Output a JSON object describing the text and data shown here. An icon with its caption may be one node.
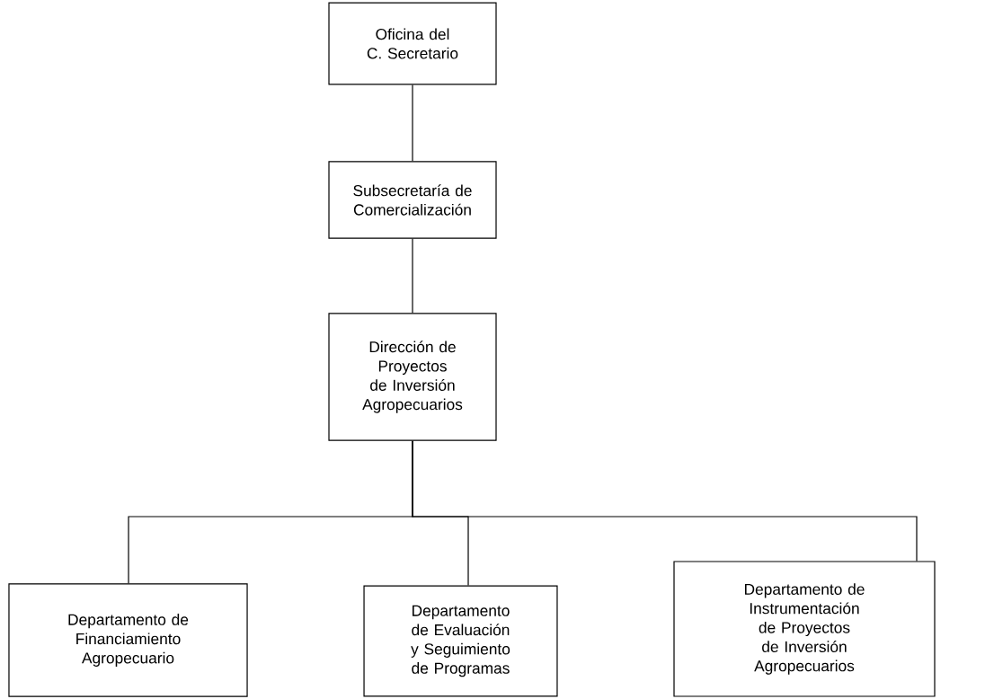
{
  "diagram": {
    "nodes": [
      {
        "text": [
          "Oficina del C. Secretario"
        ]
      },
      {
        "text": [
          "Subsecretaría de Comercialización"
        ]
      },
      {
        "text": [
          "Dirección de Proyectos de Inversión Agropecuarios"
        ]
      },
      {
        "text": [
          "Departamento de Financiamiento Agropecuario"
        ]
      },
      {
        "text": [
          "Departamento de Evaluación y Seguimiento de Programas"
        ]
      },
      {
        "text": [
          "Departamento de Instrumentación de Proyectos de Inversión Agropecuarios"
        ]
      }
    ],
    "edges": [
      {
        "from": 0,
        "to": 1,
        "arrow": "none"
      },
      {
        "from": 1,
        "to": 2,
        "arrow": "none"
      },
      {
        "from": 2,
        "to": 3,
        "arrow": "none"
      },
      {
        "from": 2,
        "to": 4,
        "arrow": "none"
      },
      {
        "from": 2,
        "to": 5,
        "arrow": "none"
      }
    ]
  }
}
